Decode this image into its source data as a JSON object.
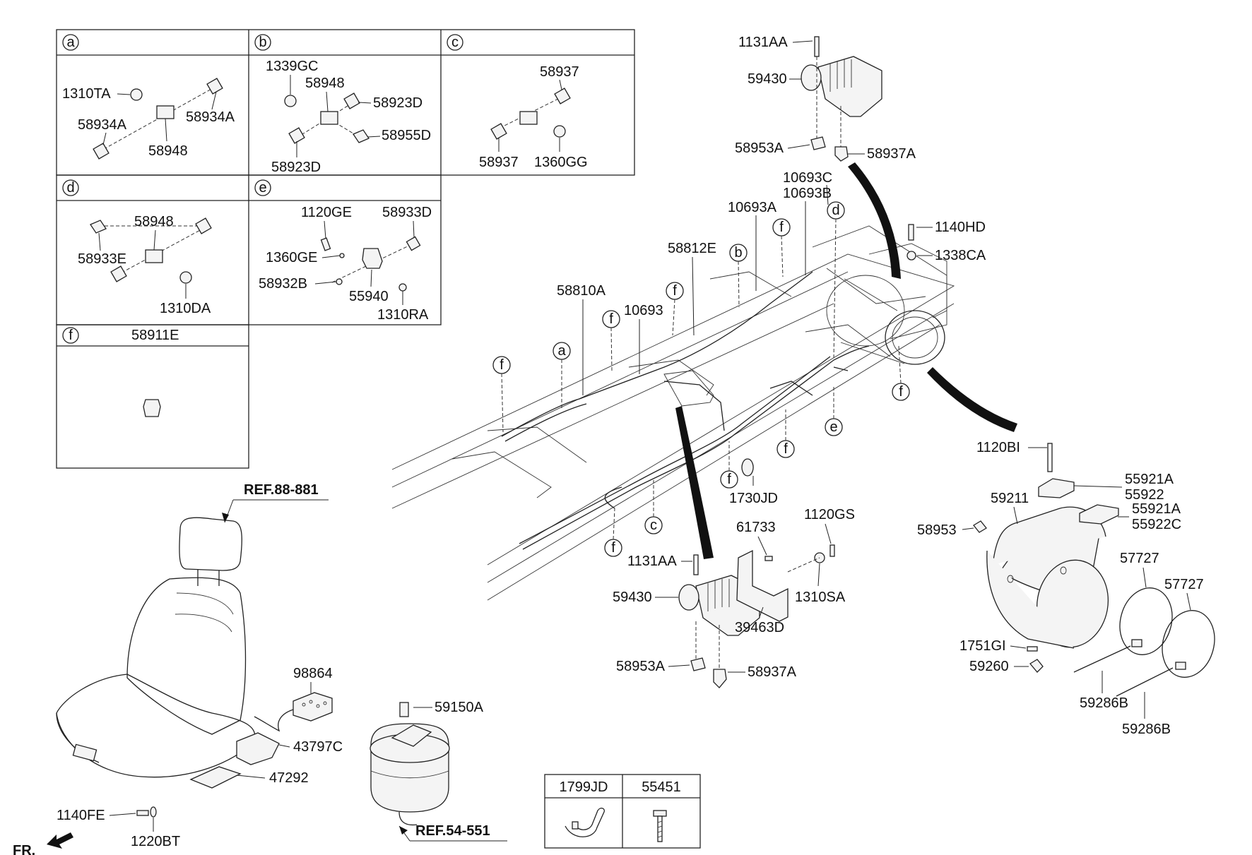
{
  "detail_boxes": [
    {
      "letter": "a",
      "labels": [
        "1310TA",
        "58934A",
        "58948",
        "58934A"
      ]
    },
    {
      "letter": "b",
      "labels": [
        "1339GC",
        "58948",
        "58923D",
        "58955D",
        "58923D"
      ]
    },
    {
      "letter": "c",
      "labels": [
        "58937",
        "58937",
        "1360GG"
      ]
    },
    {
      "letter": "d",
      "labels": [
        "58948",
        "58933E",
        "1310DA"
      ]
    },
    {
      "letter": "e",
      "labels": [
        "1120GE",
        "58933D",
        "1360GE",
        "58932B",
        "55940",
        "1310RA"
      ]
    },
    {
      "letter": "f",
      "labels": [
        "58911E"
      ]
    }
  ],
  "main_labels": {
    "l1131AA_top": "1131AA",
    "l59430_top": "59430",
    "l58953A_top": "58953A",
    "l58937A_top": "58937A",
    "l10693C": "10693C",
    "l10693B": "10693B",
    "l10693A": "10693A",
    "l1140HD": "1140HD",
    "l1338CA": "1338CA",
    "l58812E": "58812E",
    "l58810A": "58810A",
    "l10693": "10693",
    "l1120BI": "1120BI",
    "l55921A_1": "55921A",
    "l55922": "55922",
    "l55921A_2": "55921A",
    "l55922C": "55922C",
    "l59211": "59211",
    "l58953": "58953",
    "l57727_1": "57727",
    "l57727_2": "57727",
    "l1751GI": "1751GI",
    "l59260": "59260",
    "l59286B_1": "59286B",
    "l59286B_2": "59286B",
    "l1730JD": "1730JD",
    "l61733": "61733",
    "l1120GS": "1120GS",
    "l1131AA_bot": "1131AA",
    "l59430_bot": "59430",
    "l1310SA": "1310SA",
    "l39463D": "39463D",
    "l58953A_bot": "58953A",
    "l58937A_bot": "58937A",
    "l98864": "98864",
    "l43797C": "43797C",
    "l47292": "47292",
    "l1140FE": "1140FE",
    "l1220BT": "1220BT",
    "l59150A": "59150A",
    "ref_seat": "REF.88-881",
    "ref_spring": "REF.54-551",
    "fr": "FR."
  },
  "callouts": [
    "a",
    "b",
    "c",
    "d",
    "e",
    "f"
  ],
  "bottom_table": {
    "headers": [
      "1799JD",
      "55451"
    ]
  }
}
